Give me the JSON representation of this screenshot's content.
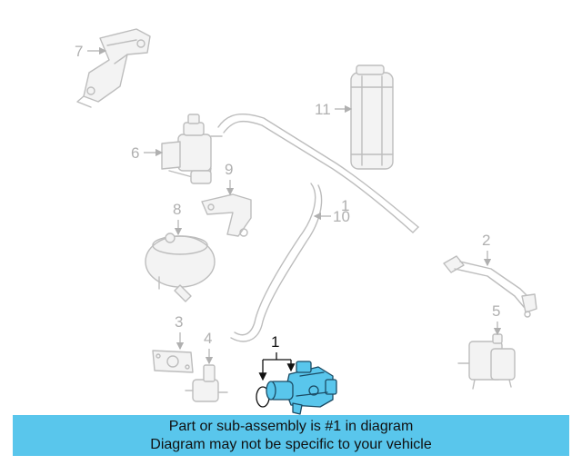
{
  "callouts": {
    "c1": "1",
    "c2": "2",
    "c3": "3",
    "c4": "4",
    "c5": "5",
    "c6": "6",
    "c7": "7",
    "c8": "8",
    "c9": "9",
    "c10": "10",
    "c11": "11"
  },
  "highlight_color": "#59c6ec",
  "banner": {
    "line1": "Part or sub-assembly is #1 in diagram",
    "line2": "Diagram may not be specific to your vehicle"
  }
}
